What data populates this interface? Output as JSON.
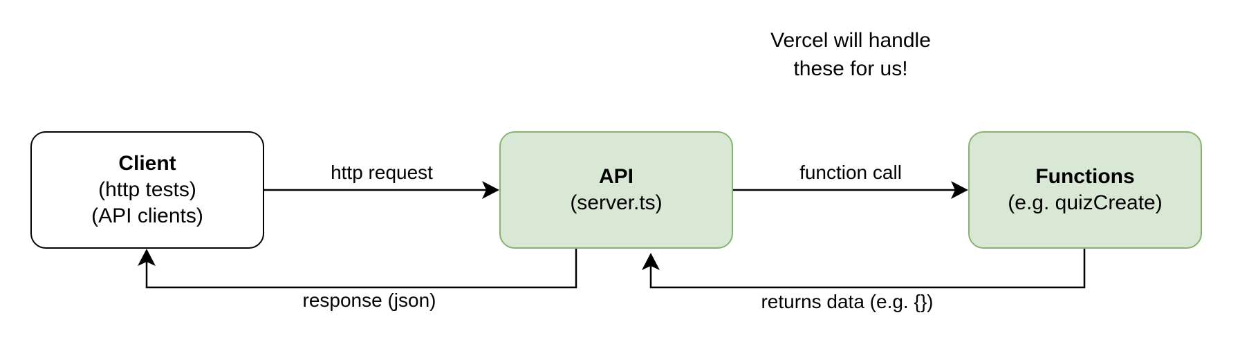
{
  "nodes": {
    "client": {
      "title": "Client",
      "line1": "(http tests)",
      "line2": "(API clients)"
    },
    "api": {
      "title": "API",
      "line1": "(server.ts)"
    },
    "functions": {
      "title": "Functions",
      "line1": "(e.g. quizCreate)"
    }
  },
  "edges": {
    "http_request": "http request",
    "function_call": "function call",
    "response": "response (json)",
    "returns": "returns data (e.g. {})"
  },
  "note": {
    "line1": "Vercel will handle",
    "line2": "these for us!"
  },
  "colors": {
    "green_fill": "#d9e8d4",
    "green_border": "#88b270",
    "stroke": "#000000"
  }
}
